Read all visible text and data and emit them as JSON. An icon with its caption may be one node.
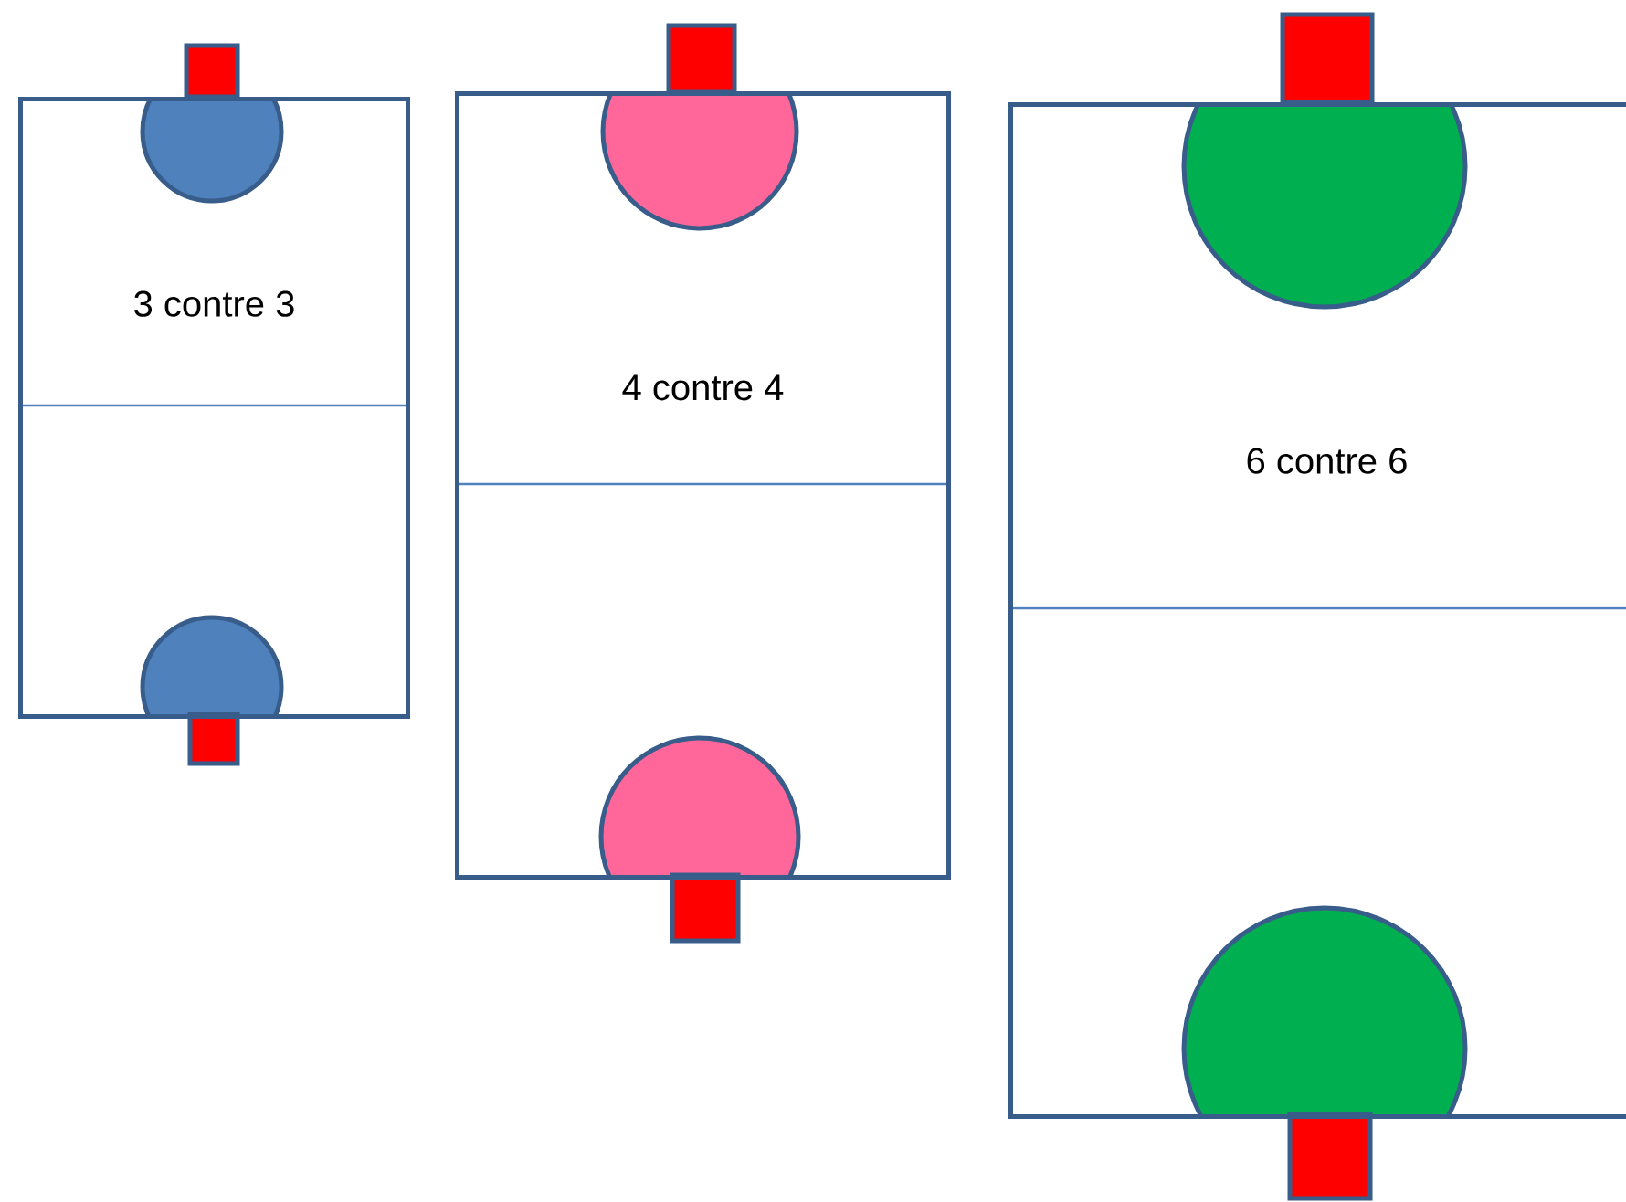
{
  "diagram": {
    "nodes": [
      {
        "text": [
          "3 contre 3"
        ]
      },
      {
        "text": [
          "4 contre 4"
        ]
      },
      {
        "text": [
          "6 contre 6"
        ]
      }
    ]
  }
}
